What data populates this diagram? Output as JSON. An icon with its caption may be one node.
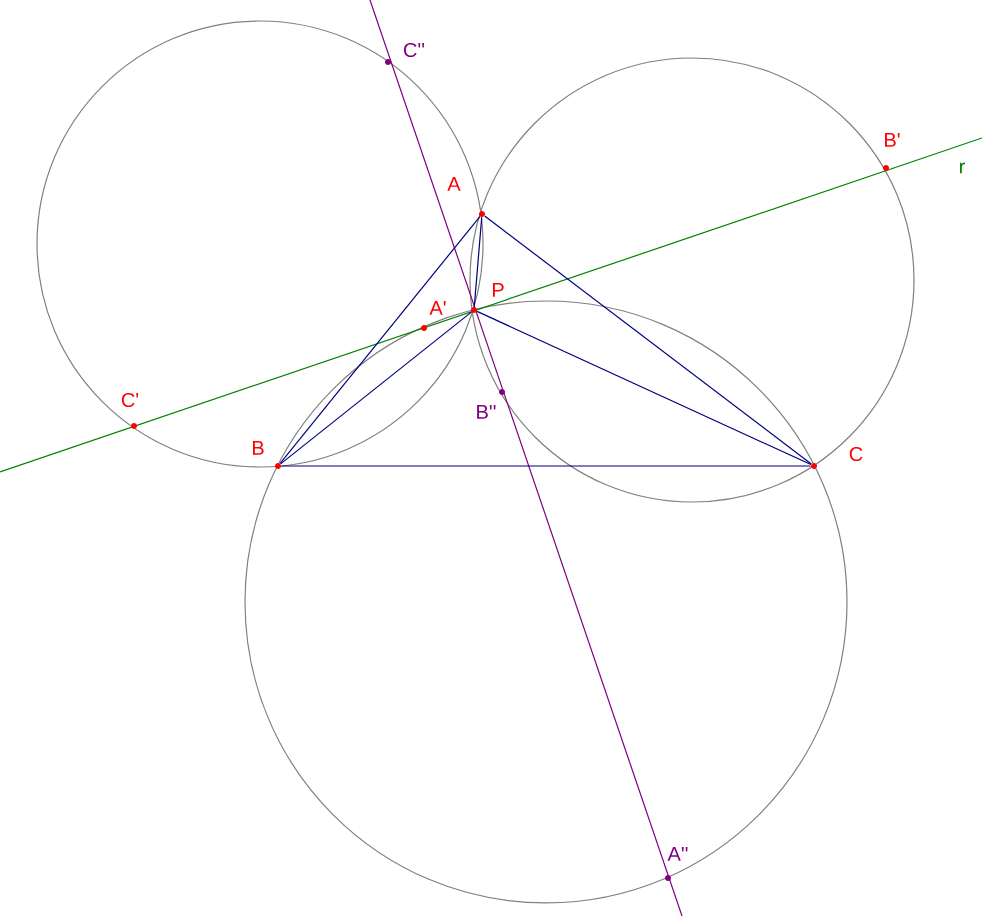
{
  "diagram": {
    "nodes": [
      {
        "text": [
          "A"
        ]
      },
      {
        "text": [
          "B"
        ]
      },
      {
        "text": [
          "C"
        ]
      },
      {
        "text": [
          "P"
        ]
      },
      {
        "text": [
          "A'"
        ]
      },
      {
        "text": [
          "B'"
        ]
      },
      {
        "text": [
          "C'"
        ]
      },
      {
        "text": [
          "A''"
        ]
      },
      {
        "text": [
          "B''"
        ]
      },
      {
        "text": [
          "C''"
        ]
      }
    ],
    "edges": [
      {
        "from": 0,
        "to": 1,
        "arrow": "none"
      },
      {
        "from": 1,
        "to": 2,
        "arrow": "none"
      },
      {
        "from": 2,
        "to": 0,
        "arrow": "none"
      },
      {
        "from": 3,
        "to": 0,
        "arrow": "none"
      },
      {
        "from": 3,
        "to": 1,
        "arrow": "none"
      },
      {
        "from": 3,
        "to": 2,
        "arrow": "none"
      }
    ],
    "labels": [
      "r"
    ]
  }
}
